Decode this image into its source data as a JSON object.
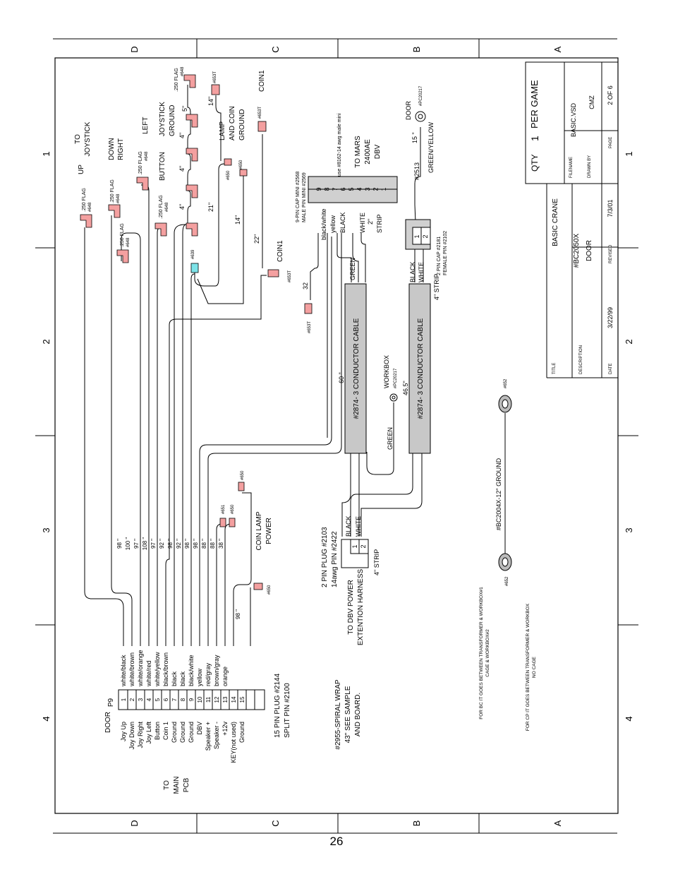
{
  "page_number": "26",
  "zones": {
    "top": [
      "D",
      "C",
      "B",
      "A"
    ],
    "bottom": [
      "D",
      "C",
      "B",
      "A"
    ],
    "left": [
      "1",
      "2",
      "3",
      "4"
    ],
    "right": [
      "1",
      "2",
      "3",
      "4"
    ]
  },
  "title_block": {
    "qty_label": "QTY",
    "qty_value": "1",
    "qty_unit": "PER GAME",
    "filename_label": "FILENAME",
    "filename": "BASIC.VSD",
    "drawnby_label": "DRAWN BY",
    "drawnby": "CMZ",
    "page_label": "PAGE",
    "page": "2 OF 6",
    "title_label": "TITLE",
    "title": "BASIC CRANE",
    "description_label": "DESCRIPTION",
    "description_line1": "#BC2050X",
    "description_line2": "DOOR",
    "date_label": "DATE",
    "date": "3/22/99",
    "revised_label": "REVISED",
    "revised": "7/3/01"
  },
  "connector_p9": {
    "name": "P9",
    "location": "DOOR",
    "plug_line1": "15 PIN PLUG #2144",
    "plug_line2": "SPLIT PIN #2100",
    "to_line1": "TO",
    "to_line2": "MAIN",
    "to_line3": "PCB",
    "pins": [
      {
        "pin": "1",
        "signal": "Joy Up",
        "wire": "white/black",
        "length": "98 \""
      },
      {
        "pin": "2",
        "signal": "Joy Down",
        "wire": "white/brown",
        "length": "100 \""
      },
      {
        "pin": "3",
        "signal": "Joy Right",
        "wire": "white/orange",
        "length": "97 \""
      },
      {
        "pin": "4",
        "signal": "Joy Left",
        "wire": "white/red",
        "length": "108 \""
      },
      {
        "pin": "5",
        "signal": "Button",
        "wire": "white/yellow",
        "length": "97 \""
      },
      {
        "pin": "6",
        "signal": "Coin 1",
        "wire": "black/brown",
        "length": "92 \""
      },
      {
        "pin": "7",
        "signal": "Ground",
        "wire": "black",
        "length": "98 \""
      },
      {
        "pin": "8",
        "signal": "Ground",
        "wire": "black",
        "length": "92 \""
      },
      {
        "pin": "9",
        "signal": "Ground",
        "wire": "black/white",
        "length": "98 \""
      },
      {
        "pin": "10",
        "signal": "DBV",
        "wire": "yellow",
        "length": "98 \""
      },
      {
        "pin": "11",
        "signal": "Speaker +",
        "wire": "red/gray",
        "length": "88 \""
      },
      {
        "pin": "12",
        "signal": "Speaker -",
        "wire": "brown/gray",
        "length": "88 \""
      },
      {
        "pin": "13",
        "signal": "+12v",
        "wire": "orange",
        "length": "38 \""
      },
      {
        "pin": "14",
        "signal": "KEY(not used)",
        "wire": "",
        "length": ""
      },
      {
        "pin": "15",
        "signal": "Ground",
        "wire": "",
        "length": "98 \""
      }
    ]
  },
  "joystick": {
    "to_line1": "TO",
    "to_line2": "JOYSTICK",
    "up": "UP",
    "down_right_1": "DOWN",
    "down_right_2": "RIGHT",
    "left": "LEFT",
    "flag": ".250 FLAG",
    "flag_part": "#648"
  },
  "button_label": "BUTTON",
  "joystick_ground_1": "JOYSTICK",
  "joystick_ground_2": "GROUND",
  "lamp_1": "LAMP",
  "lamp_2": "AND COIN",
  "lamp_3": "GROUND",
  "coin1": "COIN1",
  "part_639": "#639",
  "part_653t": "#653T",
  "part_650": "#650",
  "part_651": "#651",
  "part_652": "#652",
  "seg_lengths": {
    "s5": "5\"",
    "s4a": "4\"",
    "s4b": "4\"",
    "s4c": "4\"",
    "s14a": "14\"",
    "s21": "21\"",
    "s14b": "14\"",
    "s22": "22\"",
    "s32": "32"
  },
  "dbv": {
    "cap_line1": "9-PIN CAP MINI #2568",
    "cap_line2": "MALE PIN MINI #2569",
    "note": "use #8162-14 awg male mini",
    "to_line1": "TO MARS",
    "to_line2": "2400AE",
    "to_line3": "DBV",
    "pins_left": [
      "9",
      "8",
      "7",
      "6",
      "5",
      "4",
      "3",
      "2",
      "1"
    ],
    "wire_bw": "black/white",
    "wire_y": "yellow",
    "wire_b": "BLACK",
    "wire_w": "WHITE",
    "strip": "2\"",
    "strip_word": "STRIP",
    "green": "GREEN"
  },
  "cable1": {
    "label": "#2874- 3 CONDUCTOR CABLE",
    "length": "60 \""
  },
  "cable2": {
    "label": "#2874- 3 CONDUCTOR CABLE"
  },
  "workbox": {
    "label": "WORKBOX",
    "part": "#PC20217",
    "length": "46.5\"",
    "green": "GREEN"
  },
  "door": {
    "label": "DOOR",
    "part": "#PC20217",
    "wire": "GREEN/YELLOW",
    "part2513": "#2513",
    "len15": "15 \""
  },
  "pin2cap": {
    "line1": "2 PIN CAP #2181",
    "line2": "FEMALE PIN #2102",
    "p1": "1",
    "p2": "2",
    "black": "BLACK",
    "white": "WHITE",
    "strip": "4\" STRIP"
  },
  "pin2plug": {
    "line1": "2 PIN PLUG #2103",
    "line2": "14awg PIN #2422",
    "p1": "1",
    "p2": "2",
    "black": "BLACK",
    "white": "WHITE",
    "strip": "4\" STRIP",
    "to_line1": "TO DBV POWER",
    "to_line2": "EXTENTION HARNESS"
  },
  "coin_lamp_1": "COIN LAMP",
  "coin_lamp_2": "POWER",
  "spiral_1": "#2955-SPIRAL WRAP",
  "spiral_2": "43\" SEE SAMPLE",
  "spiral_3": "AND BOARD.",
  "ground_strap": "#BC2004X-12\" GROUND",
  "note_bc_1": "FOR BC IT GOES BETWEEN TRANSFORMER & WORKBOX#1",
  "note_bc_2": "CAGE & WORKBOX#2",
  "note_cp_1": "FOR CP IT GOES BETWEEN TRANSFORMER & WORKBOX",
  "note_cp_2": "NO CAGE"
}
